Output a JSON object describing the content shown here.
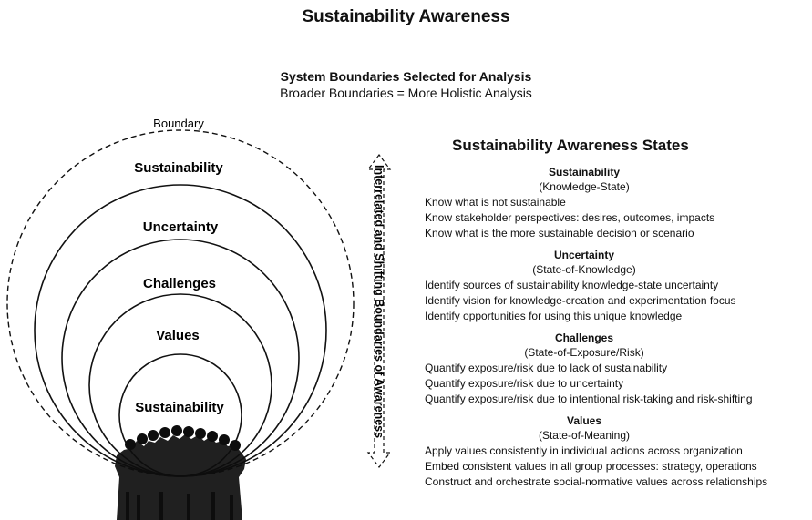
{
  "title": "Sustainability Awareness",
  "boundaries": {
    "heading": "System Boundaries Selected for Analysis",
    "subheading": "Broader Boundaries = More Holistic Analysis"
  },
  "diagram": {
    "boundary_label": "Boundary",
    "outer_label": "Sustainability",
    "rings": [
      "Uncertainty",
      "Challenges",
      "Values",
      "Sustainability"
    ],
    "arrow_label": "Interrelated and Shifting Boundaries of Awareness"
  },
  "states": {
    "title": "Sustainability Awareness States",
    "blocks": [
      {
        "name": "Sustainability",
        "subtitle": "(Knowledge-State)",
        "items": [
          "Know what is not sustainable",
          "Know stakeholder perspectives: desires, outcomes, impacts",
          "Know what is the more sustainable decision or scenario"
        ]
      },
      {
        "name": "Uncertainty",
        "subtitle": "(State-of-Knowledge)",
        "items": [
          "Identify sources of sustainability knowledge-state uncertainty",
          "Identify vision for knowledge-creation and experimentation focus",
          "Identify opportunities for using this unique knowledge"
        ]
      },
      {
        "name": "Challenges",
        "subtitle": "(State-of-Exposure/Risk)",
        "items": [
          "Quantify exposure/risk due to lack of sustainability",
          "Quantify exposure/risk due to uncertainty",
          "Quantify exposure/risk due to intentional risk-taking and risk-shifting"
        ]
      },
      {
        "name": "Values",
        "subtitle": "(State-of-Meaning)",
        "items": [
          "Apply values consistently in individual actions across organization",
          "Embed consistent values in all group processes: strategy, operations",
          "Construct and orchestrate social-normative values across relationships"
        ]
      }
    ]
  }
}
